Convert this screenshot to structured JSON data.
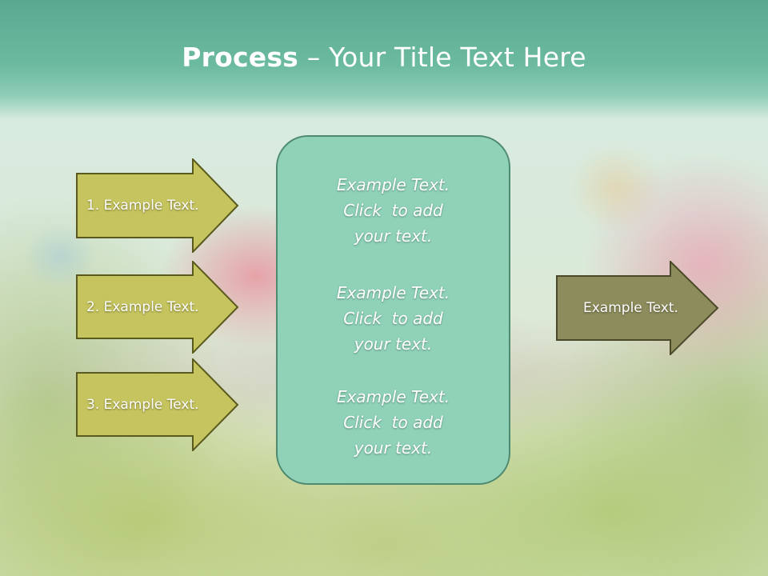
{
  "slide": {
    "title_bold": "Process",
    "title_rest": " – Your Title Text Here"
  },
  "diagram": {
    "left_arrows": [
      {
        "label": "1. Example Text."
      },
      {
        "label": "2. Example Text."
      },
      {
        "label": "3. Example Text."
      }
    ],
    "center_box": {
      "blocks": [
        {
          "lines": [
            "Example Text.",
            "Click  to add",
            "your text."
          ]
        },
        {
          "lines": [
            "Example Text.",
            "Click  to add",
            "your text."
          ]
        },
        {
          "lines": [
            "Example Text.",
            "Click  to add",
            "your text."
          ]
        }
      ]
    },
    "right_arrow": {
      "label": "Example Text."
    },
    "colors": {
      "left_arrow_fill": "#c6c45e",
      "left_arrow_border": "#5a5a1e",
      "right_arrow_fill": "#8c8c5c",
      "right_arrow_border": "#4a4a2a",
      "center_box_fill": "#8fd2b7",
      "center_box_border": "#4e8a70",
      "header": "#62b297"
    }
  }
}
